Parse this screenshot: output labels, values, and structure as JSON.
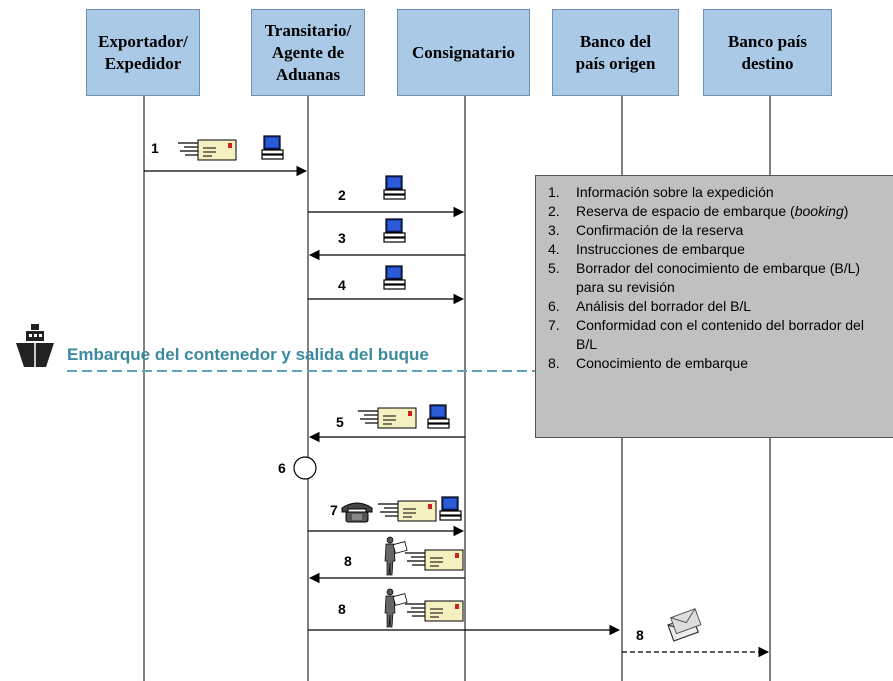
{
  "actors": [
    "Exportador/\nExpedidor",
    "Transitario/\nAgente de\nAduanas",
    "Consignatario",
    "Banco del\npaís origen",
    "Banco país\ndestino"
  ],
  "event_label": "Embarque del contenedor  y salida del buque",
  "steps": [
    {
      "num": "1",
      "from": "Exportador/Expedidor",
      "to": "Transitario/Agente de Aduanas",
      "icons": [
        "document-icon",
        "computer-icon"
      ]
    },
    {
      "num": "2",
      "from": "Transitario/Agente de Aduanas",
      "to": "Consignatario",
      "icons": [
        "computer-icon"
      ]
    },
    {
      "num": "3",
      "from": "Consignatario",
      "to": "Transitario/Agente de Aduanas",
      "icons": [
        "computer-icon"
      ]
    },
    {
      "num": "4",
      "from": "Transitario/Agente de Aduanas",
      "to": "Consignatario",
      "icons": [
        "computer-icon"
      ]
    },
    {
      "num": "5",
      "from": "Consignatario",
      "to": "Transitario/Agente de Aduanas",
      "icons": [
        "document-icon",
        "computer-icon"
      ]
    },
    {
      "num": "6",
      "from": "Transitario/Agente de Aduanas",
      "to": "Transitario/Agente de Aduanas",
      "icons": [
        "circle-icon"
      ]
    },
    {
      "num": "7",
      "from": "Transitario/Agente de Aduanas",
      "to": "Consignatario",
      "icons": [
        "telephone-icon",
        "document-icon",
        "computer-icon"
      ]
    },
    {
      "num": "8",
      "from": "Consignatario",
      "to": "Transitario/Agente de Aduanas",
      "icons": [
        "person-icon",
        "document-icon"
      ]
    },
    {
      "num": "8",
      "from": "Transitario/Agente de Aduanas",
      "to": "Banco del país origen",
      "icons": [
        "person-icon",
        "document-icon"
      ]
    },
    {
      "num": "8",
      "from": "Banco del país origen",
      "to": "Banco país destino",
      "icons": [
        "mail-icon"
      ],
      "style": "dashed"
    }
  ],
  "legend": [
    {
      "num": "1.",
      "pre": "Información sobre la expedición",
      "em": "",
      "post": ""
    },
    {
      "num": "2.",
      "pre": "Reserva de espacio de embarque (",
      "em": "booking",
      "post": ")"
    },
    {
      "num": "3.",
      "pre": "Confirmación de la reserva",
      "em": "",
      "post": ""
    },
    {
      "num": "4.",
      "pre": "Instrucciones de embarque",
      "em": "",
      "post": ""
    },
    {
      "num": "5.",
      "pre": "Borrador del conocimiento de embarque (B/L) para su revisión",
      "em": "",
      "post": ""
    },
    {
      "num": "6.",
      "pre": "Análisis del borrador del B/L",
      "em": "",
      "post": ""
    },
    {
      "num": "7.",
      "pre": "Conformidad con el contenido del borrador del B/L",
      "em": "",
      "post": ""
    },
    {
      "num": "8.",
      "pre": "Conocimiento de embarque",
      "em": "",
      "post": ""
    }
  ],
  "colors": {
    "actor_fill": "#a9c9e6",
    "legend_fill": "#c0c0c0",
    "event_color": "#3a8aa0",
    "document_fill": "#f5f0c0"
  }
}
